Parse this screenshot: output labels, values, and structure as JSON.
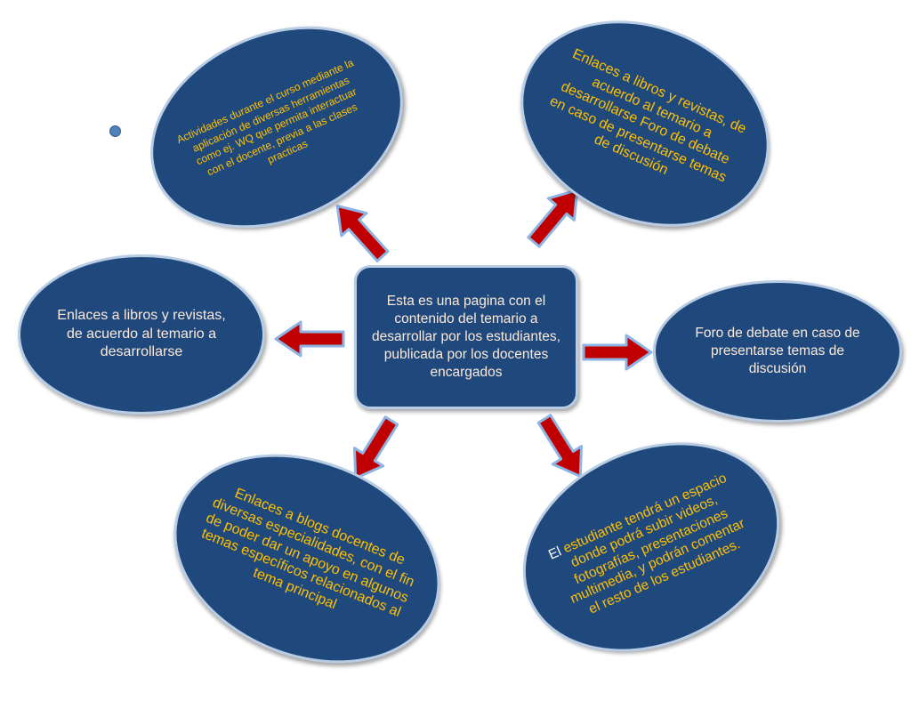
{
  "center": {
    "text": "Esta es una pagina con el contenido del temario  a desarrollar por los estudiantes, publicada por los docentes encargados"
  },
  "nodes": {
    "top_left": "Actividades durante el curso mediante la aplicación de diversas herramientas como ej.  WQ que permita interactuar con el docente, previa a las clases practicas",
    "top_right": "Enlaces a libros y revistas, de acuerdo al temario a desarrollarse Foro de debate en caso de presentarse  temas de discusión",
    "left": "Enlaces a libros y revistas, de acuerdo al temario a desarrollarse",
    "right": "Foro de debate en caso de presentarse temas de discusión",
    "bottom_left": "Enlaces a blogs docentes de diversas especialidades, con el fin de poder dar un apoyo en algunos temas específicos relacionados al tema principal",
    "bottom_right_first_word": "El",
    "bottom_right_rest": " estudiante tendrá un espacio donde podrá subir videos, fotografías, presentaciones multimedia, y podrán comentar el resto de los estudiantes."
  },
  "colors": {
    "node_fill": "#1f497d",
    "node_border": "#b8cce4",
    "text_gold": "#ffc000",
    "text_light": "#fde9d9",
    "arrow_fill": "#c00000",
    "arrow_outline": "#8eb4e3"
  }
}
